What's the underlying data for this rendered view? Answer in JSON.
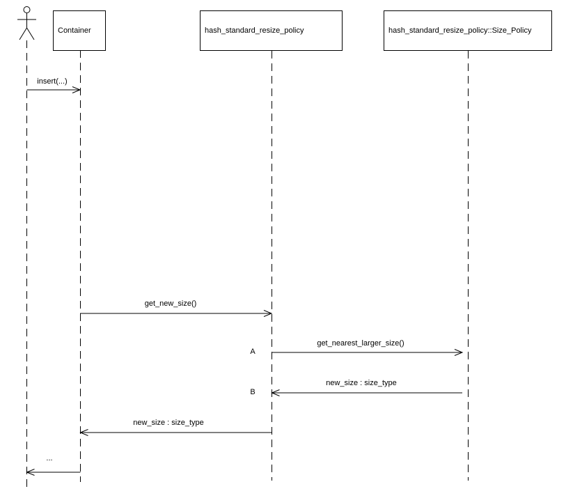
{
  "diagram": {
    "kind": "uml-sequence-diagram",
    "colors": {
      "background": "#ffffff",
      "line": "#000000",
      "text": "#000000"
    },
    "actor": {
      "name": "user-actor"
    },
    "participants": [
      {
        "label": "Container"
      },
      {
        "label": "hash_standard_resize_policy"
      },
      {
        "label": "hash_standard_resize_policy::Size_Policy"
      }
    ],
    "messages": [
      {
        "label": "insert(...)",
        "from": "actor",
        "to": "Container",
        "marker": ""
      },
      {
        "label": "get_new_size()",
        "from": "Container",
        "to": "hash_standard_resize_policy",
        "marker": ""
      },
      {
        "label": "get_nearest_larger_size()",
        "from": "hash_standard_resize_policy",
        "to": "hash_standard_resize_policy::Size_Policy",
        "marker": "A"
      },
      {
        "label": "new_size : size_type",
        "from": "hash_standard_resize_policy::Size_Policy",
        "to": "hash_standard_resize_policy",
        "marker": "B"
      },
      {
        "label": "new_size : size_type",
        "from": "hash_standard_resize_policy",
        "to": "Container",
        "marker": ""
      },
      {
        "label": "...",
        "from": "Container",
        "to": "actor",
        "marker": ""
      }
    ]
  }
}
